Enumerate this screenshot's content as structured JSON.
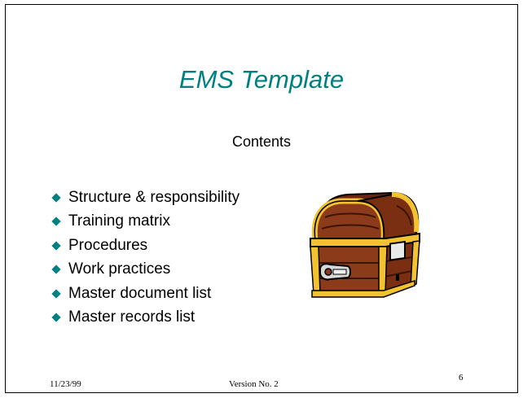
{
  "slide": {
    "title": "EMS Template",
    "subtitle": "Contents",
    "bullets": [
      "Structure & responsibility",
      "Training matrix",
      "Procedures",
      "Work practices",
      "Master document list",
      "Master records list"
    ],
    "clipart_icon": "treasure-chest-icon",
    "footer": {
      "date": "11/23/99",
      "version": "Version No. 2",
      "page_number": "6"
    }
  },
  "colors": {
    "title": "#008080",
    "bullet": "#008080",
    "chest_wood": "#8B3A1A",
    "chest_gold": "#F2C230"
  }
}
